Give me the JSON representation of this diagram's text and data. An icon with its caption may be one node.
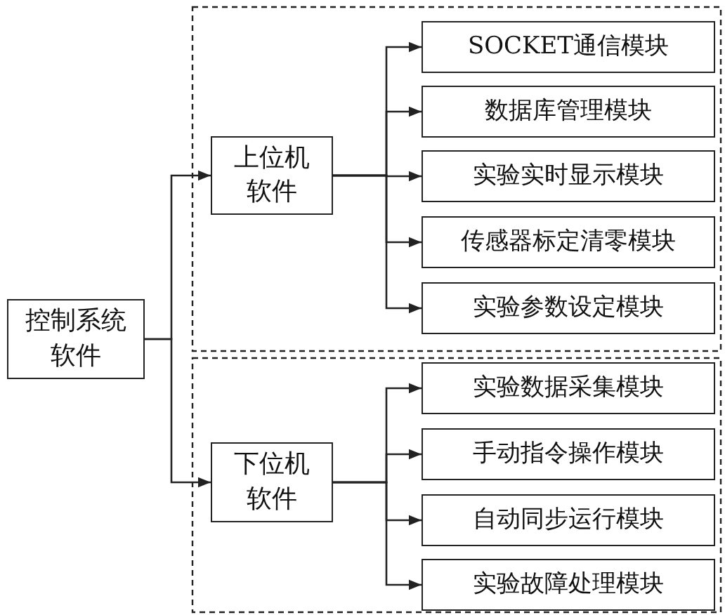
{
  "diagram": {
    "nodes": [
      {
        "text": [
          "控制系统软件"
        ]
      },
      {
        "text": [
          "上位机软件"
        ]
      },
      {
        "text": [
          "下位机软件"
        ]
      },
      {
        "text": [
          "SOCKET通信模块"
        ]
      },
      {
        "text": [
          "数据库管理模块"
        ]
      },
      {
        "text": [
          "实验实时显示模块"
        ]
      },
      {
        "text": [
          "传感器标定清零模块"
        ]
      },
      {
        "text": [
          "实验参数设定模块"
        ]
      },
      {
        "text": [
          "实验数据采集模块"
        ]
      },
      {
        "text": [
          "手动指令操作模块"
        ]
      },
      {
        "text": [
          "自动同步运行模块"
        ]
      },
      {
        "text": [
          "实验故障处理模块"
        ]
      }
    ],
    "edges": [
      {
        "from": 0,
        "to": 1,
        "arrow": "to"
      },
      {
        "from": 0,
        "to": 2,
        "arrow": "to"
      },
      {
        "from": 1,
        "to": 3,
        "arrow": "to"
      },
      {
        "from": 1,
        "to": 4,
        "arrow": "to"
      },
      {
        "from": 1,
        "to": 5,
        "arrow": "to"
      },
      {
        "from": 1,
        "to": 6,
        "arrow": "to"
      },
      {
        "from": 1,
        "to": 7,
        "arrow": "to"
      },
      {
        "from": 2,
        "to": 8,
        "arrow": "to"
      },
      {
        "from": 2,
        "to": 9,
        "arrow": "to"
      },
      {
        "from": 2,
        "to": 10,
        "arrow": "to"
      },
      {
        "from": 2,
        "to": 11,
        "arrow": "to"
      }
    ]
  }
}
